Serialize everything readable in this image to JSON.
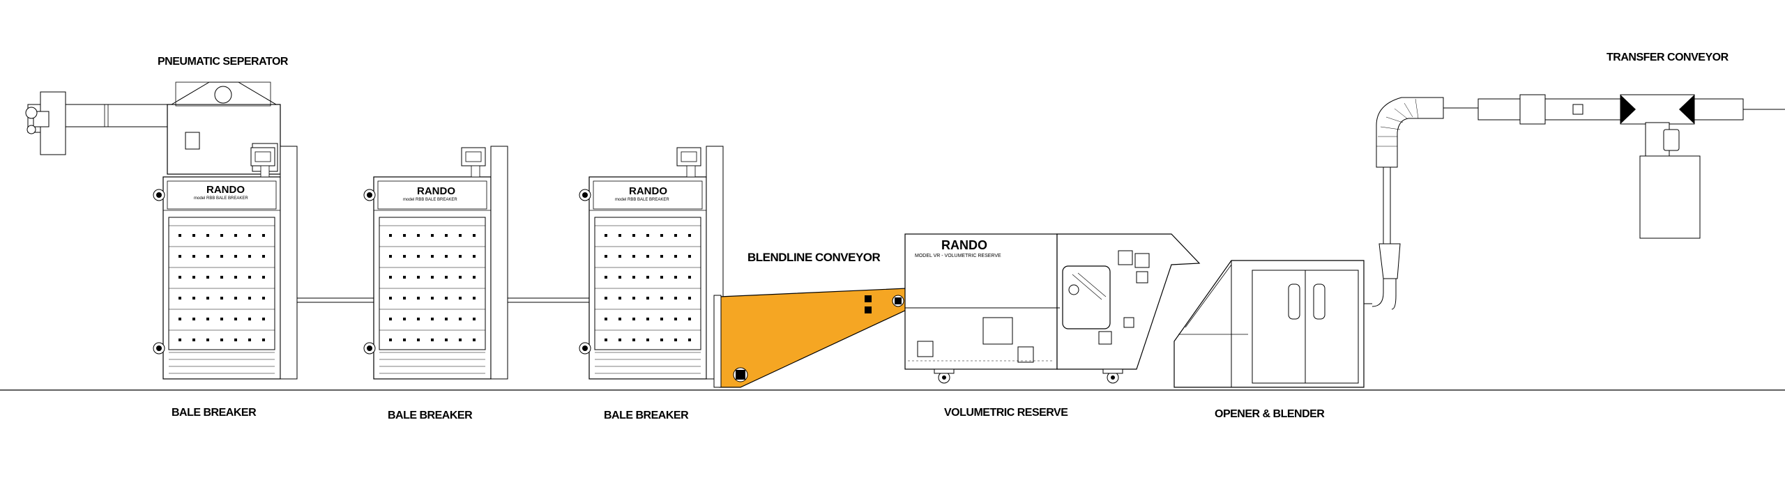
{
  "labels": {
    "pneumatic_separator": "PNEUMATIC SEPERATOR",
    "transfer_conveyor": "TRANSFER CONVEYOR",
    "blendline_conveyor": "BLENDLINE CONVEYOR",
    "bale_breaker_1": "BALE BREAKER",
    "bale_breaker_2": "BALE BREAKER",
    "bale_breaker_3": "BALE BREAKER",
    "volumetric_reserve": "VOLUMETRIC RESERVE",
    "opener_blender": "OPENER & BLENDER"
  },
  "machine_branding": {
    "bale_breaker_brand": "RANDO",
    "bale_breaker_model": "model RBB BALE BREAKER",
    "reserve_brand": "RANDO",
    "reserve_model": "MODEL VR - VOLUMETRIC RESERVE"
  },
  "colors": {
    "conveyor_fill": "#F5A623",
    "line": "#000000",
    "background": "#FFFFFF"
  }
}
